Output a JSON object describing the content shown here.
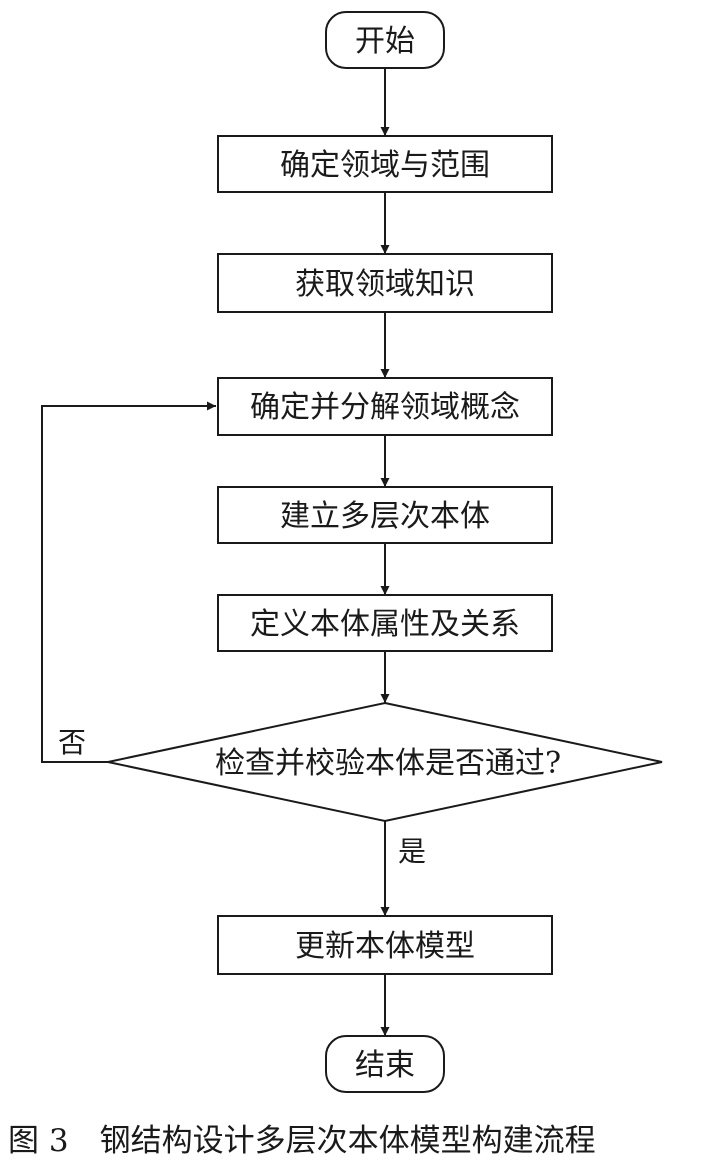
{
  "nodes": {
    "start": "开始",
    "step1": "确定领域与范围",
    "step2": "获取领域知识",
    "step3": "确定并分解领域概念",
    "step4": "建立多层次本体",
    "step5": "定义本体属性及关系",
    "decision": "检查并校验本体是否通过?",
    "step6": "更新本体模型",
    "end": "结束"
  },
  "labels": {
    "no": "否",
    "yes": "是"
  },
  "caption": "图 3　钢结构设计多层次本体模型构建流程"
}
